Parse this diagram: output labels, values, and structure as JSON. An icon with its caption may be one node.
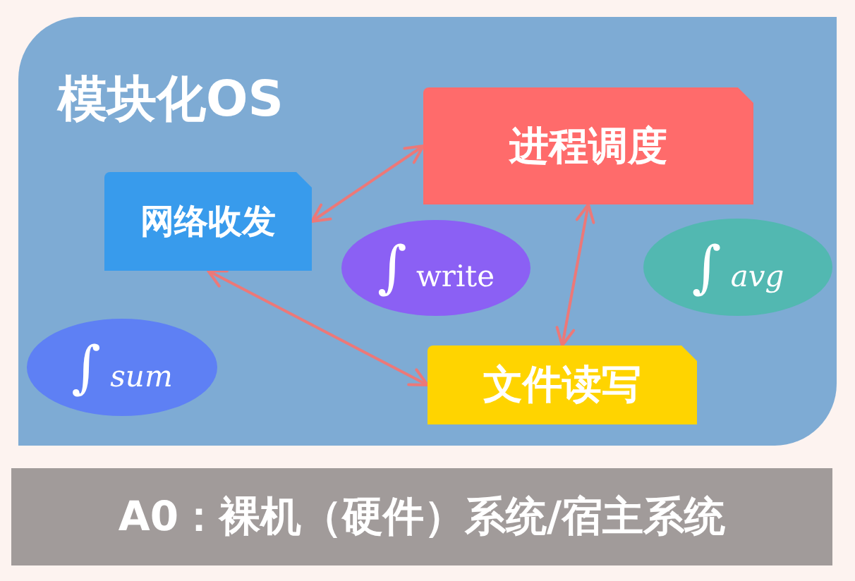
{
  "diagram": {
    "nodes": [
      {
        "text": [
          "模块化OS"
        ]
      },
      {
        "text": [
          "进程调度"
        ],
        "in": 0
      },
      {
        "text": [
          "网络收发"
        ],
        "in": 0
      },
      {
        "text": [
          "∫ write"
        ],
        "in": 0
      },
      {
        "text": [
          "∫ *avg*"
        ],
        "in": 0
      },
      {
        "text": [
          "∫ *sum*"
        ],
        "in": 0
      },
      {
        "text": [
          "文件读写"
        ],
        "in": 0
      },
      {
        "text": [
          "A0：裸机（硬件）系统/宿主系统"
        ]
      }
    ],
    "edges": [
      {
        "from": 2,
        "to": 1,
        "arrow": "both"
      },
      {
        "from": 2,
        "to": 6,
        "arrow": "both"
      },
      {
        "from": 1,
        "to": 6,
        "arrow": "both"
      }
    ]
  }
}
